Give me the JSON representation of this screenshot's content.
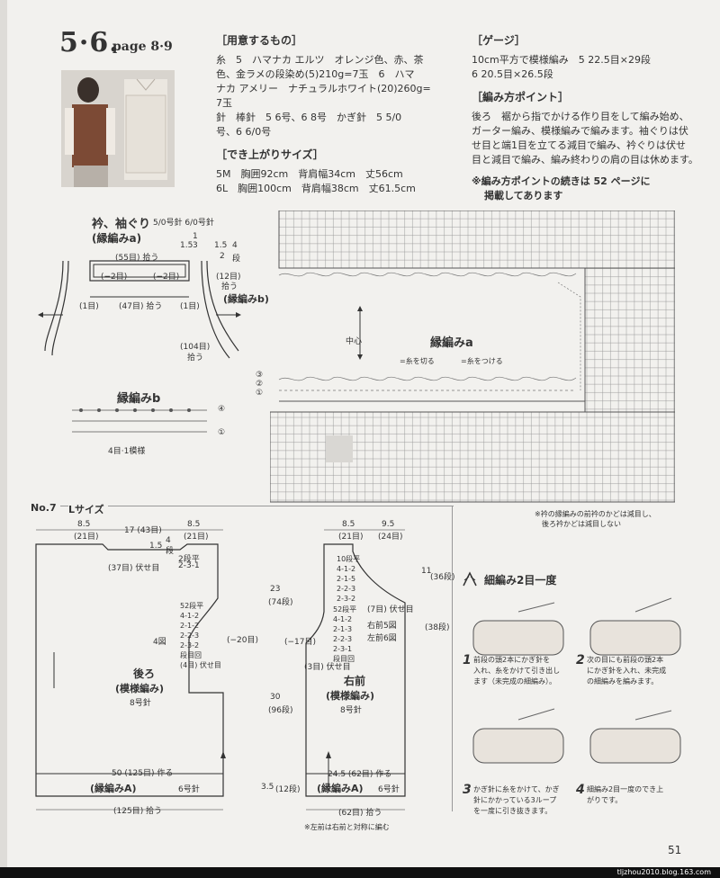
{
  "header": {
    "number": "5·6.",
    "page_ref": "page 8·9"
  },
  "materials": {
    "heading": "［用意するもの］",
    "lines": [
      "糸　5　ハマナカ エルツ　オレンジ色、赤、茶",
      "色、金ラメの段染め(5)210g=7玉　6　ハマ",
      "ナカ アメリー　ナチュラルホワイト(20)260g=",
      "7玉",
      "針　棒針　5 6号、6 8号　かぎ針　5 5/0",
      "号、6 6/0号"
    ]
  },
  "size": {
    "heading": "［でき上がりサイズ］",
    "lines": [
      "5M　胸囲92cm　背肩幅34cm　丈56cm",
      "6L　胸囲100cm　背肩幅38cm　丈61.5cm"
    ]
  },
  "gauge": {
    "heading": "［ゲージ］",
    "lines": [
      "10cm平方で模様編み　5 22.5目×29段",
      "6 20.5目×26.5段"
    ]
  },
  "points": {
    "heading": "［編み方ポイント］",
    "lines": [
      "後ろ　裾から指でかける作り目をして編み始め、",
      "ガーター編み、模様編みで編みます。袖ぐりは伏",
      "せ目と端1目を立てる減目で編み、衿ぐりは伏せ",
      "目と減目で編み、編み終わりの肩の目は休めます。"
    ],
    "note": [
      "※編み方ポイントの続きは 52 ページに",
      "掲載してあります"
    ]
  },
  "neck": {
    "title": "衿、袖ぐり",
    "needles": "5/0号針 6/0号針",
    "sub": "(縁編みa)",
    "r1": "1",
    "r2": "3",
    "r3": "1.5",
    "r4": "1.5",
    "r5": "4",
    "r6": "2",
    "r7": "段",
    "l55": "(55目) 拾う",
    "m2a": "(−2目)",
    "m2b": "(−2目)",
    "l47": "(47目) 拾う",
    "l1a": "(1目)",
    "l1b": "(1目)",
    "l12": "(12目)",
    "l12b": "拾う",
    "subb": "(縁編みb)",
    "l104": "(104目)",
    "l104b": "拾う"
  },
  "chart_b": {
    "title": "縁編みb",
    "repeat": "4目·1模様",
    "r4": "④",
    "r1": "①"
  },
  "chart_a": {
    "label": "縁編みa",
    "center": "中心",
    "cut": "=糸を切る",
    "attach": "=糸をつける",
    "r3": "③",
    "r2": "②",
    "r1": "①",
    "note": [
      "※衿の縁編みの前衿のかどは減目し、",
      "後ろ衿かどは減目しない"
    ]
  },
  "no7": {
    "label": "No.7",
    "size": "Lサイズ"
  },
  "back": {
    "d85a": "8.5",
    "d21a": "(21目)",
    "d17": "17 (43目)",
    "d85b": "8.5",
    "d21b": "(21目)",
    "d15": "1.5",
    "d4": "4",
    "ddan": "段",
    "bind37": "(37目) 伏せ目",
    "r2h": "2段平",
    "r231": "2-3-1",
    "inc": [
      "52段平",
      "4-1-2",
      "2-1-2",
      "2-2-3",
      "2-3-2",
      "段目回",
      "(4目) 伏せ目"
    ],
    "m20": "(−20目)",
    "fig": "4図",
    "part": "後ろ",
    "stitch": "(模様編み)",
    "needle": "8号針",
    "cast": "50 (125目) 作る",
    "edge": "(縁編みA)",
    "edge_needle": "6号針",
    "pick": "(125目) 拾う"
  },
  "front": {
    "d85": "8.5",
    "d21": "(21目)",
    "d95": "9.5",
    "d24": "(24目)",
    "dec1": [
      "10段平",
      "4-1-2",
      "2-1-5",
      "2-2-3",
      "2-3-2"
    ],
    "d11": "11",
    "d36": "(36段)",
    "bind7": "(7目) 伏せ目",
    "dec2": [
      "52段平",
      "4-1-2",
      "2-1-3",
      "2-2-3",
      "2-3-1",
      "段目回"
    ],
    "m17": "(−17目)",
    "bind3": "(3目) 伏せ目",
    "fig": "右前5図",
    "fig2": "左前6図",
    "part": "右前",
    "stitch": "(模様編み)",
    "needle": "8号針",
    "cast": "24.5 (62目) 作る",
    "edge": "(縁編みA)",
    "edge_needle": "6号針",
    "pick": "(62目) 拾う",
    "note": "※左前は右前と対称に編む"
  },
  "vert": {
    "v23": "23",
    "v74": "(74段)",
    "v30": "30",
    "v96": "(96段)",
    "v35": "3.5",
    "v12": "(12段)",
    "v38": "(38段)"
  },
  "howto": {
    "title": "細編み2目一度",
    "s1": [
      "前段の頭2本にかぎ針を",
      "入れ、糸をかけて引き出し",
      "ます（未完成の細編み）。"
    ],
    "s2": [
      "次の目にも前段の頭2本",
      "にかぎ針を入れ、未完成",
      "の細編みを編みます。"
    ],
    "s3": [
      "かぎ針に糸をかけて、かぎ",
      "針にかかっている3ループ",
      "を一度に引き抜きます。"
    ],
    "s4": [
      "細編み2目一度のでき上",
      "がりです。"
    ],
    "n1": "1",
    "n2": "2",
    "n3": "3",
    "n4": "4"
  },
  "page_number": "51",
  "footer_url": "tljzhou2010.blog.163.com"
}
